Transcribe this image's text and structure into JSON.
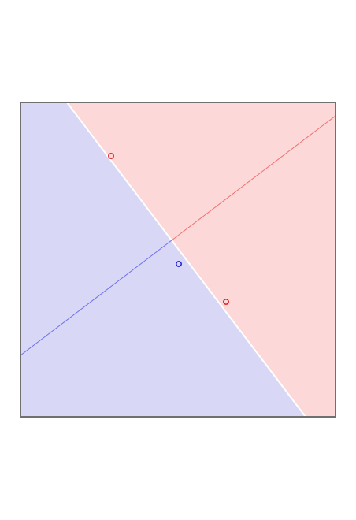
{
  "diagram": {
    "description_free": true,
    "colors": {
      "background": "#ffffff",
      "frame": "#707070",
      "blue_region": "#d8d8f6",
      "red_region": "#fdd8d8",
      "boundary": "#ffffff",
      "blue_line": "#6f6ff0",
      "red_line": "#f07070",
      "blue_point": "#1010cc",
      "red_point": "#e01010"
    },
    "points": [
      {
        "class": "red"
      },
      {
        "class": "blue"
      },
      {
        "class": "red"
      }
    ]
  }
}
